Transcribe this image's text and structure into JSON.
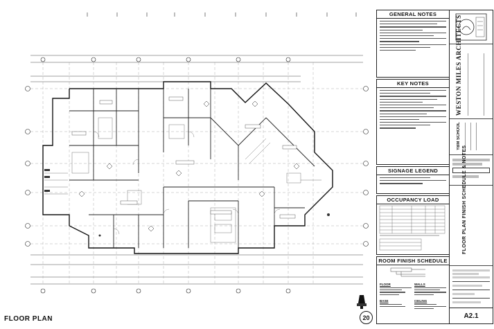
{
  "sheet": {
    "plan_title": "FLOOR PLAN",
    "sheet_circle_number": "20",
    "sheet_number": "A2.1"
  },
  "notes": {
    "general_notes_title": "GENERAL NOTES",
    "key_notes_title": "KEY NOTES",
    "signage_legend_title": "SIGNAGE LEGEND",
    "occupancy_load_title": "OCCUPANCY LOAD",
    "room_finish_schedule_title": "ROOM FINISH SCHEDULE",
    "finish_categories": [
      "FLOOR",
      "BASE",
      "WALLS",
      "CEILING"
    ]
  },
  "title_block": {
    "firm_name": "WESTON MILES ARCHITECTS",
    "project_name": "YBM SCHOOL",
    "sheet_title": "FLOOR PLAN FINISH SCHEDULE & NOTES"
  }
}
